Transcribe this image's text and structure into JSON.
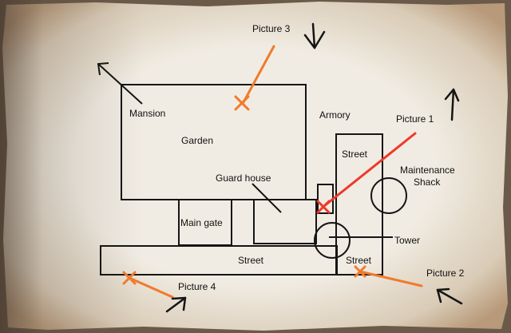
{
  "labels": {
    "picture3": "Picture 3",
    "picture1": "Picture 1",
    "picture2": "Picture 2",
    "picture4": "Picture 4",
    "mansion": "Mansion",
    "garden": "Garden",
    "armory": "Armory",
    "street_right": "Street",
    "maintenance_line1": "Maintenance",
    "maintenance_line2": "Shack",
    "guard_house": "Guard house",
    "main_gate": "Main gate",
    "tower": "Tower",
    "street_bottom": "Street",
    "street_bottom_right": "Street"
  },
  "colors": {
    "paper": "#ece6dc",
    "ink": "#151515",
    "marker": "#f07a2c",
    "marker_red": "#ee3a2a",
    "backdrop": "#6b5a4a"
  },
  "icons": {
    "north_arrow": "arrow-icon",
    "photo_marker": "x-marker-icon"
  }
}
